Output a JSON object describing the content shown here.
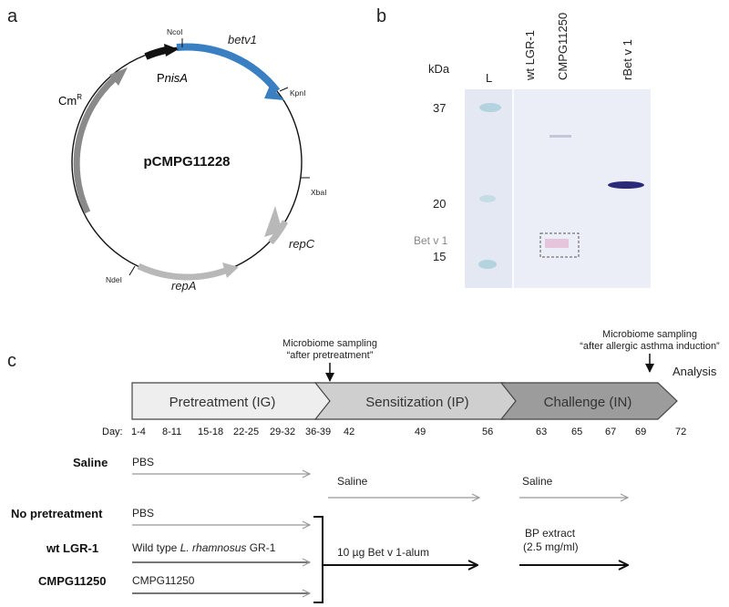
{
  "panels": {
    "a": "a",
    "b": "b",
    "c": "c"
  },
  "plasmid": {
    "name": "pCMPG11228",
    "genes": {
      "betv1": "betv1",
      "promoter_prefix": "P",
      "promoter_name": "nisA",
      "cm": "Cm",
      "cm_sup": "R",
      "repA": "repA",
      "repC": "repC"
    },
    "sites": [
      "NcoI",
      "KpnI",
      "XbaI",
      "NdeI"
    ],
    "colors": {
      "betv1": "#3a7fc1",
      "promoter": "#111111",
      "cm": "#8a8a8a",
      "rep": "#b8b8b8"
    }
  },
  "blot": {
    "unit": "kDa",
    "markers": [
      "37",
      "20",
      "15"
    ],
    "lanes": [
      "L",
      "wt LGR-1",
      "CMPG11250",
      "rBet v 1"
    ],
    "band_label": "Bet v 1"
  },
  "timeline": {
    "sampling1": {
      "line1": "Microbiome sampling",
      "line2": "“after pretreatment”"
    },
    "sampling2": {
      "line1": "Microbiome sampling",
      "line2": "“after allergic asthma induction”"
    },
    "analysis": "Analysis",
    "phases": [
      "Pretreatment (IG)",
      "Sensitization (IP)",
      "Challenge (IN)"
    ],
    "day_label": "Day:",
    "days": [
      "1-4",
      "8-11",
      "15-18",
      "22-25",
      "29-32",
      "36-39",
      "42",
      "49",
      "56",
      "63",
      "65",
      "67",
      "69",
      "72"
    ]
  },
  "groups": {
    "saline": {
      "name": "Saline",
      "pre": "PBS",
      "sens": "Saline",
      "chal": "Saline"
    },
    "nopre": {
      "name": "No pretreatment",
      "pre": "PBS"
    },
    "wt": {
      "name": "wt LGR-1",
      "pre_prefix": "Wild type ",
      "pre_species": "L. rhamnosus",
      "pre_suffix": " GR-1"
    },
    "cmpg": {
      "name": "CMPG11250",
      "pre": "CMPG11250"
    },
    "sens_treat": "10 µg Bet v 1-alum",
    "chal_treat_line1": "BP extract",
    "chal_treat_line2": "(2.5 mg/ml)"
  }
}
